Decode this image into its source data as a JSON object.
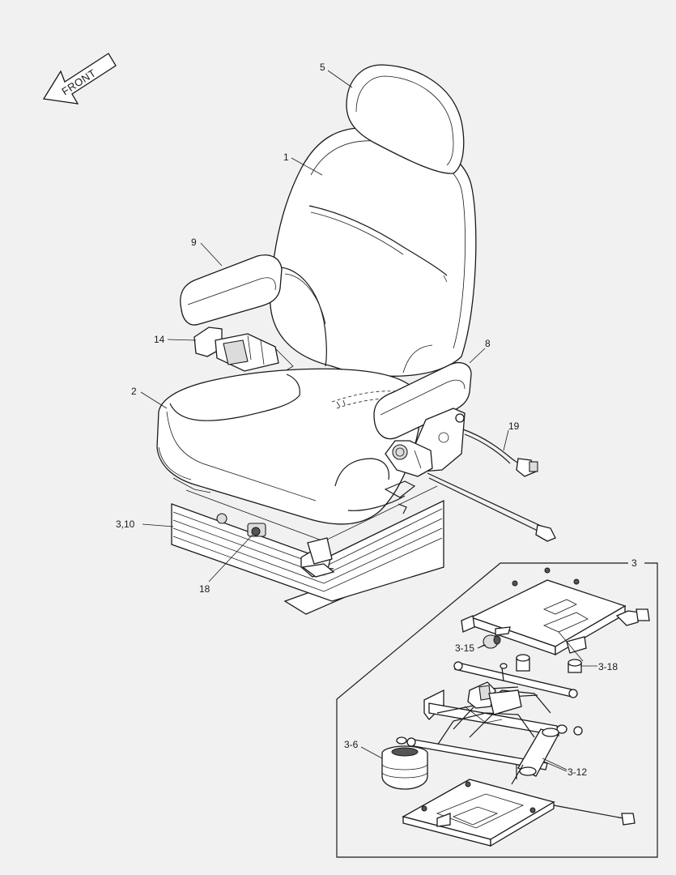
{
  "front_arrow": {
    "label": "FRONT"
  },
  "callouts": {
    "c1": "1",
    "c2": "2",
    "c3_10": "3,10",
    "c5": "5",
    "c8": "8",
    "c9": "9",
    "c14": "14",
    "c18": "18",
    "c19": "19"
  },
  "detail_box": {
    "label": "3",
    "callouts": {
      "c3_6": "3-6",
      "c3_12": "3-12",
      "c3_15": "3-15",
      "c3_18": "3-18"
    }
  }
}
